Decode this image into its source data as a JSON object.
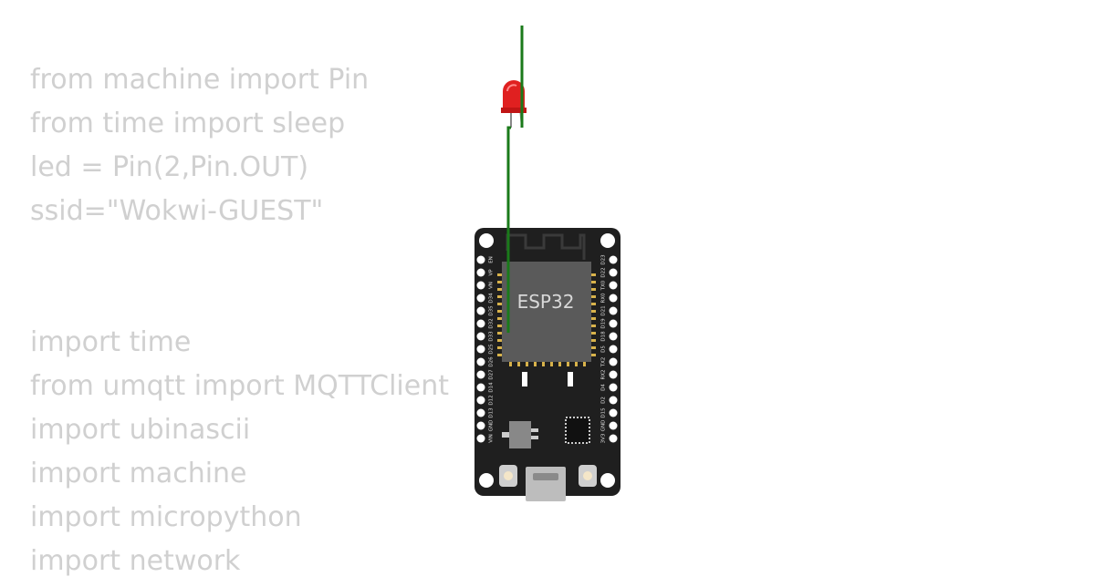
{
  "code_lines": [
    "from machine import Pin",
    "from time import sleep",
    "led = Pin(2,Pin.OUT)",
    "ssid=\"Wokwi-GUEST\"",
    "",
    "",
    "import time",
    "from umqtt import MQTTClient",
    "import ubinascii",
    "import machine",
    "import micropython",
    "import network"
  ],
  "board": {
    "chip_label": "ESP32",
    "left_pins": [
      "EN",
      "VP",
      "VN",
      "D34",
      "D35",
      "D32",
      "D33",
      "D25",
      "D26",
      "D27",
      "D14",
      "D12",
      "D13",
      "GND",
      "VIN"
    ],
    "right_pins": [
      "D23",
      "D22",
      "TX0",
      "RX0",
      "D21",
      "D19",
      "D18",
      "D5",
      "TX2",
      "RX2",
      "D4",
      "D2",
      "D15",
      "GND",
      "3V3"
    ]
  },
  "colors": {
    "wire": "#1a7a1a",
    "board": "#1f1f1f",
    "chip": "#5a5a5a",
    "led": "#e02020",
    "code_text": "#d0d0d0"
  }
}
